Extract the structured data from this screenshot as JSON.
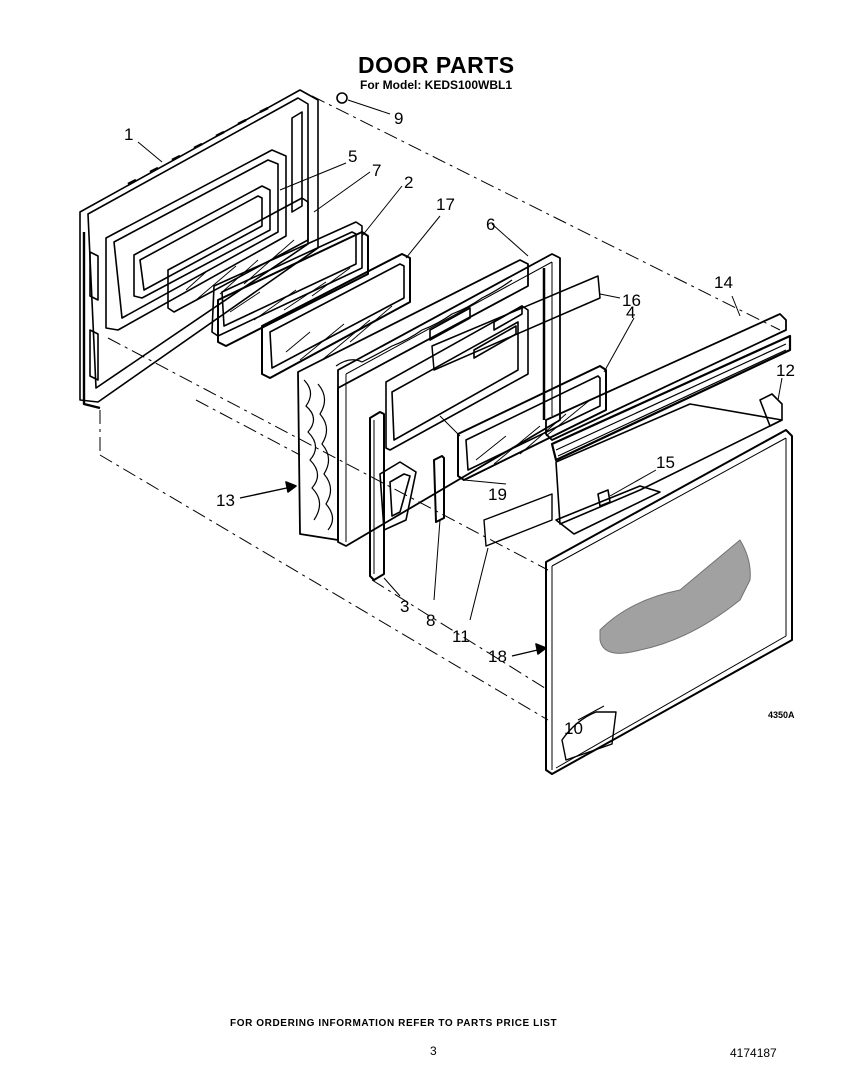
{
  "header": {
    "title": "DOOR PARTS",
    "subtitle": "For Model: KEDS100WBL1"
  },
  "diagram": {
    "figure_code": "4350A",
    "callouts": {
      "c1": "1",
      "c2": "2",
      "c3": "3",
      "c4": "4",
      "c5": "5",
      "c6": "6",
      "c7": "7",
      "c8": "8",
      "c9": "9",
      "c10": "10",
      "c11": "11",
      "c12": "12",
      "c13": "13",
      "c14": "14",
      "c15": "15",
      "c16": "16",
      "c17": "17",
      "c18": "18",
      "c19": "19"
    }
  },
  "footer": {
    "note": "FOR ORDERING INFORMATION REFER TO PARTS PRICE LIST",
    "page_number": "3",
    "document_number": "4174187"
  }
}
